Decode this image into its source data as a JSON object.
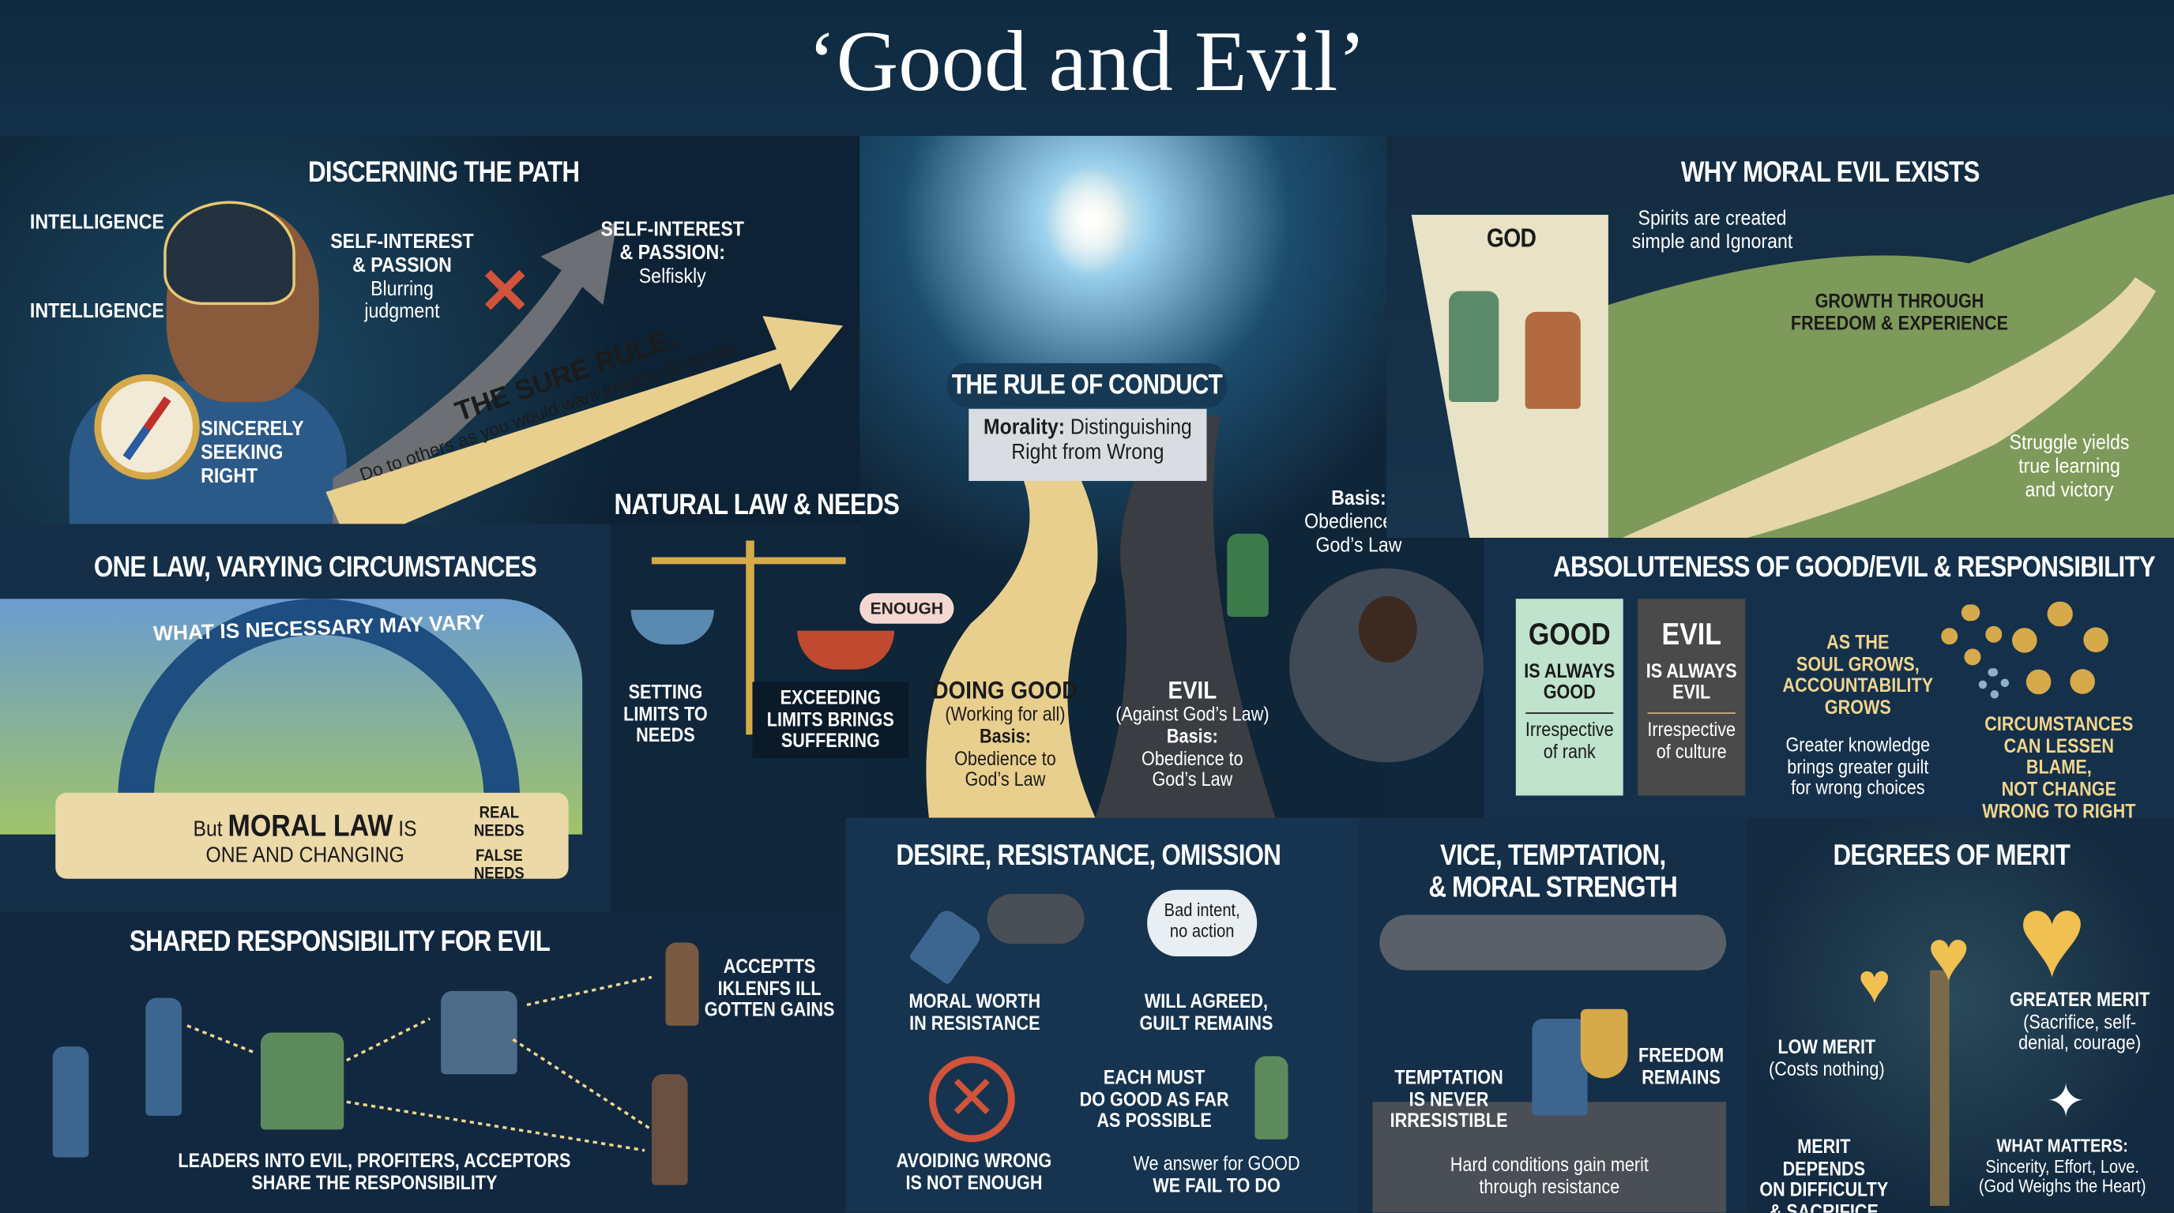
{
  "title": "‘Good and Evil’",
  "colors": {
    "background": "#10263b",
    "gold": "#f0d58c",
    "good_panel": "#bfe3cc",
    "evil_panel": "#4a4a4a",
    "cross_red": "#d0533a"
  },
  "discerning": {
    "heading": "DISCERNING THE PATH",
    "intelligence_1": "INTELLIGENCE",
    "intelligence_2": "INTELLIGENCE",
    "sincerely": [
      "SINCERELY",
      "SEEKING",
      "RIGHT"
    ],
    "blurring": {
      "title": [
        "SELF-INTEREST",
        "& PASSION"
      ],
      "text": [
        "Blurring",
        "judgment"
      ]
    },
    "selfishly": {
      "title": [
        "SELF-INTEREST",
        "& PASSION:"
      ],
      "text": "Selfiskly"
    },
    "sure_rule_title": "THE SURE RULE:",
    "sure_rule_text": "Do to others as you would want them to do to you"
  },
  "center": {
    "rule_heading": "THE RULE OF CONDUCT",
    "morality_label": "Morality:",
    "morality_text": "Distinguishing",
    "morality_text2": "Right from Wrong",
    "doing_good": {
      "title": "DOING GOOD",
      "sub": "(Working for all)",
      "basis": "Basis:",
      "basis_text": [
        "Obedience to",
        "God’s Law"
      ]
    },
    "evil": {
      "title": "EVIL",
      "sub": "(Against God’s Law)",
      "basis": "Basis:",
      "basis_text": [
        "Obedience to",
        "God’s Law"
      ]
    },
    "side_basis": {
      "basis": "Basis:",
      "text": [
        "Obedience to",
        "God’s Law"
      ]
    }
  },
  "why_evil": {
    "heading": "WHY MORAL EVIL EXISTS",
    "god_label": "GOD",
    "spirits": [
      "Spirits are created",
      "simple and Ignorant"
    ],
    "growth": [
      "GROWTH THROUGH",
      "FREEDOM & EXPERIENCE"
    ],
    "struggle": [
      "Struggle yields",
      "true learning",
      "and victory"
    ]
  },
  "one_law": {
    "heading": "ONE LAW, VARYING CIRCUMSTANCES",
    "arch_text": "WHAT IS NECESSARY MAY VARY",
    "scroll_but": "But",
    "scroll_moral": "MORAL LAW",
    "scroll_is": "IS",
    "scroll_line2": "ONE AND CHANGING",
    "real_needs": [
      "REAL",
      "NEEDS"
    ],
    "false_needs": [
      "FALSE",
      "NEEDS"
    ]
  },
  "natural_law": {
    "heading": "NATURAL LAW & NEEDS",
    "enough": "ENOUGH",
    "setting": [
      "SETTING",
      "LIMITS TO",
      "NEEDS"
    ],
    "exceeding": [
      "EXCEEDING",
      "LIMITS BRINGS",
      "SUFFERING"
    ]
  },
  "absoluteness": {
    "heading": "ABSOLUTENESS OF GOOD/EVIL & RESPONSIBILITY",
    "good": {
      "title": "GOOD",
      "line": [
        "IS ALWAYS",
        "GOOD"
      ],
      "sub": [
        "Irrespective",
        "of rank"
      ]
    },
    "evil": {
      "title": "EVIL",
      "line": [
        "IS ALWAYS",
        "EVIL"
      ],
      "sub": [
        "Irrespective",
        "of culture"
      ]
    },
    "soul": [
      "AS THE",
      "SOUL GROWS,",
      "ACCOUNTABILITY",
      "GROWS"
    ],
    "knowledge": [
      "Greater knowledge",
      "brings greater guilt",
      "for wrong choices"
    ],
    "circumstances": [
      "CIRCUMSTANCES",
      "CAN LESSEN BLAME,",
      "NOT CHANGE",
      "WRONG TO RIGHT"
    ]
  },
  "shared": {
    "heading": "SHARED RESPONSIBILITY FOR EVIL",
    "accepts": [
      "ACCEPTTS",
      "IKLENFS ILL",
      "GOTTEN GAINS"
    ],
    "caption": [
      "LEADERS INTO EVIL, PROFITERS, ACCEPTORS",
      "SHARE THE RESPONSIBILITY"
    ]
  },
  "desire": {
    "heading": "DESIRE, RESISTANCE, OMISSION",
    "bubble": [
      "Bad intent,",
      "no action"
    ],
    "moral_worth": [
      "MORAL WORTH",
      "IN RESISTANCE"
    ],
    "will_agreed": [
      "WILL AGREED,",
      "GUILT REMAINS"
    ],
    "each_must": [
      "EACH MUST",
      "DO GOOD AS FAR",
      "AS POSSIBLE"
    ],
    "avoiding": [
      "AVOIDING WRONG",
      "IS NOT ENOUGH"
    ],
    "we_answer": [
      "We answer for GOOD",
      "WE FAIL TO DO"
    ]
  },
  "vice": {
    "heading": [
      "VICE, TEMPTATION,",
      "& MORAL STRENGTH"
    ],
    "temptation": [
      "TEMPTATION",
      "IS NEVER",
      "IRRESISTIBLE"
    ],
    "freedom": [
      "FREEDOM",
      "REMAINS"
    ],
    "hard": [
      "Hard conditions gain merit",
      "through resistance"
    ]
  },
  "merit": {
    "heading": "DEGREES OF MERIT",
    "low": {
      "title": "LOW MERIT",
      "sub": "(Costs nothing)"
    },
    "greater": {
      "title": "GREATER MERIT",
      "sub": [
        "(Sacrifice, self-",
        "denial, courage)"
      ]
    },
    "depends": [
      "MERIT DEPENDS",
      "ON DIFFICULTY",
      "& SACRIFICE"
    ],
    "matters": {
      "title": "WHAT MATTERS:",
      "line": "Sincerity, Effort, Love.",
      "sub": "(God Weighs the Heart)"
    }
  }
}
